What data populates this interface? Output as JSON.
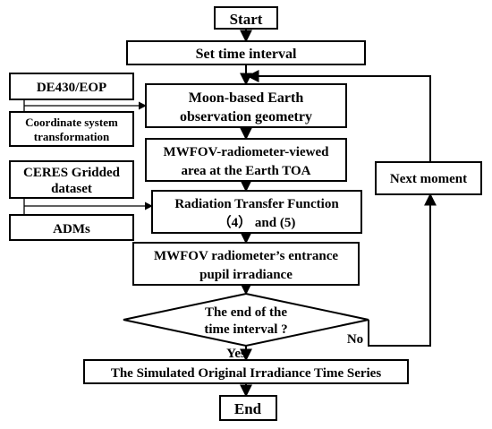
{
  "nodes": {
    "start": "Start",
    "set_time": "Set time interval",
    "de430": "DE430/EOP",
    "coord_line1": "Coordinate system",
    "coord_line2": "transformation",
    "geometry_line1": "Moon-based Earth",
    "geometry_line2": "observation geometry",
    "area_line1": "MWFOV-radiometer-viewed",
    "area_line2": "area at the Earth TOA",
    "ceres_line1": "CERES Gridded",
    "ceres_line2": "dataset",
    "adms": "ADMs",
    "rtf_line1": "Radiation Transfer Function",
    "rtf_line2": "（4） and (5)",
    "pupil_line1": "MWFOV radiometer’s entrance",
    "pupil_line2": "pupil irradiance",
    "decision_line1": "The end of the",
    "decision_line2": "time interval ?",
    "next": "Next moment",
    "simulated": "The Simulated Original Irradiance Time Series",
    "end": "End"
  },
  "edge_labels": {
    "yes": "Yes",
    "no": "No"
  }
}
